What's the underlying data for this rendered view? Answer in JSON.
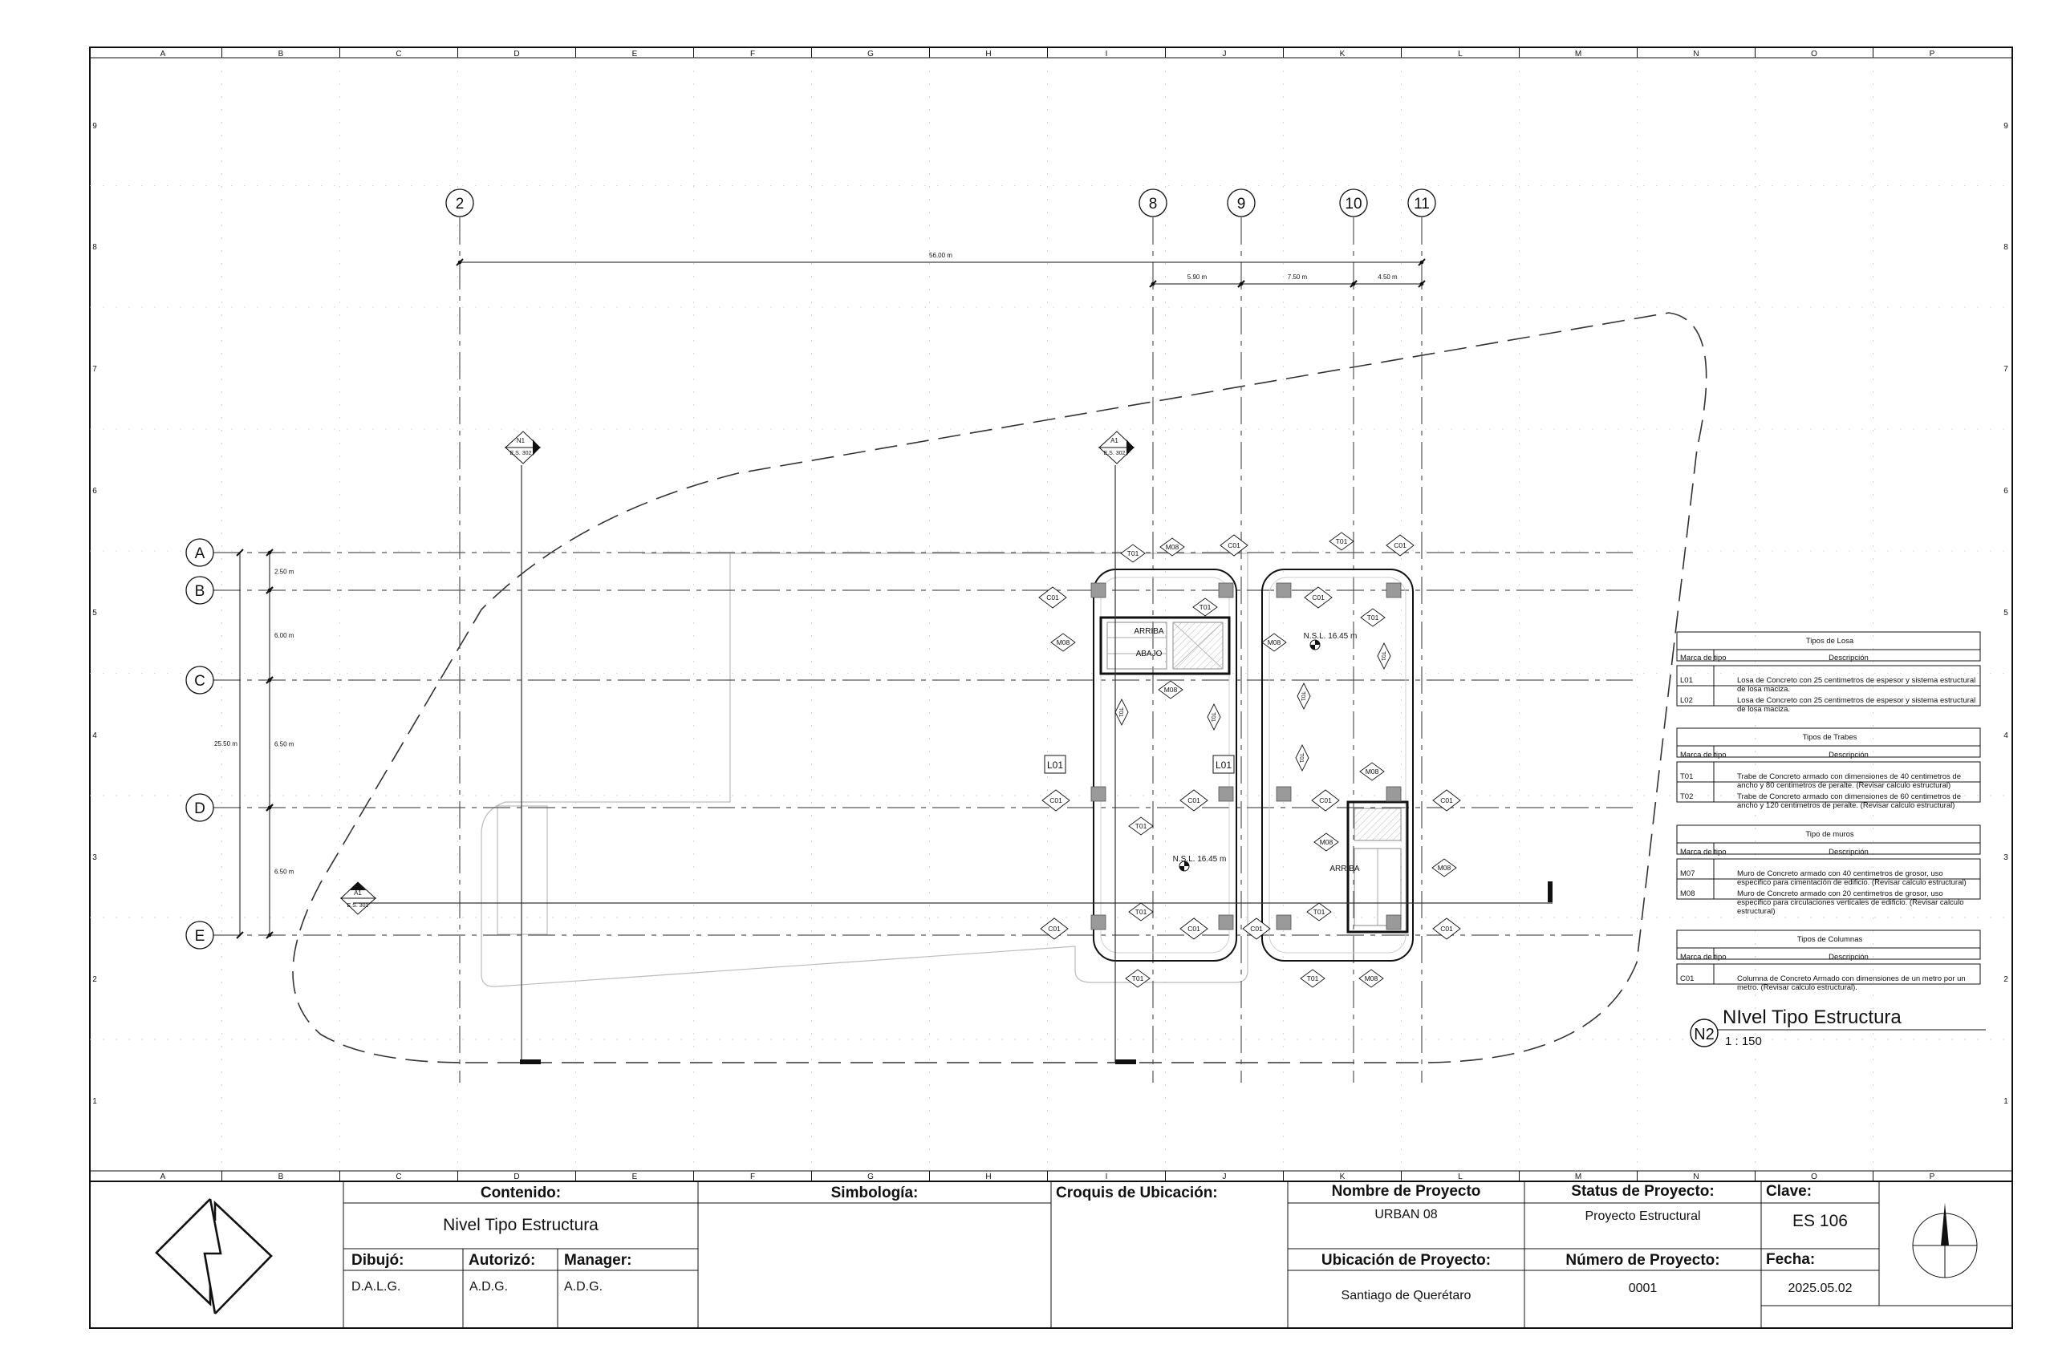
{
  "sheet": {
    "columns_letters": [
      "A",
      "B",
      "C",
      "D",
      "E",
      "F",
      "G",
      "H",
      "I",
      "J",
      "K",
      "L",
      "M",
      "N",
      "O",
      "P"
    ],
    "row_numbers": [
      "9",
      "8",
      "7",
      "6",
      "5",
      "4",
      "3",
      "2",
      "1"
    ]
  },
  "grid": {
    "vertical": [
      "2",
      "8",
      "9",
      "10",
      "11"
    ],
    "horizontal": [
      "A",
      "B",
      "C",
      "D",
      "E"
    ]
  },
  "dimensions": {
    "overall_top": "56.00 m",
    "top_segments": [
      "5.90 m",
      "7.50 m",
      "4.50 m"
    ],
    "left_total": "25.50 m",
    "left_segments": [
      "2.50 m",
      "6.00 m",
      "6.50 m",
      "6.50 m"
    ]
  },
  "section_markers": [
    {
      "id": "N1",
      "sheet": "E.S. 302"
    },
    {
      "id": "A1",
      "sheet": "E.S. 302"
    },
    {
      "id": "A1",
      "sheet": "E.S. 301"
    }
  ],
  "plan_labels": {
    "arriba": "ARRIBA",
    "abajo": "ABAJO",
    "nsl": "N.S.L. 16.45 m",
    "l01": "L01",
    "c01": "C01",
    "t01": "T01",
    "m08": "M08"
  },
  "legend": {
    "losa": {
      "title": "Tipos de Losa",
      "col1": "Marca de tipo",
      "col2": "Descripción",
      "rows": [
        {
          "mark": "L01",
          "desc": "Losa de Concreto con 25 centimetros de espesor y sistema estructural de losa maciza."
        },
        {
          "mark": "L02",
          "desc": "Losa de Concreto con 25 centimetros de espesor y sistema estructural de losa maciza."
        }
      ]
    },
    "trabes": {
      "title": "Tipos de Trabes",
      "col1": "Marca de tipo",
      "col2": "Descripción",
      "rows": [
        {
          "mark": "T01",
          "desc": "Trabe de Concreto armado con dimensiones de 40 centimetros de ancho y 80 centimetros de peralte. (Revisar calculo estructural)"
        },
        {
          "mark": "T02",
          "desc": "Trabe de Concreto armado con dimensiones de 60 centimetros de ancho y 120 centimetros de peralte. (Revisar calculo estructural)"
        }
      ]
    },
    "muros": {
      "title": "Tipo de muros",
      "col1": "Marca de tipo",
      "col2": "Descripción",
      "rows": [
        {
          "mark": "M07",
          "desc": "Muro de Concreto armado con 40 centimetros de grosor, uso especifico para cimentación de edificio. (Revisar calculo estructural)"
        },
        {
          "mark": "M08",
          "desc": "Muro de Concreto armado con 20 centimetros de grosor, uso especifico para circulaciones verticales de edificio. (Revisar calculo estructural)"
        }
      ]
    },
    "columnas": {
      "title": "Tipos de Columnas",
      "col1": "Marca de tipo",
      "col2": "Descripción",
      "rows": [
        {
          "mark": "C01",
          "desc": "Columna de Concreto Armado con dimensiones de un metro por un metro. (Revisar calculo estructural)."
        }
      ]
    }
  },
  "view_title": {
    "badge": "N2",
    "title": "NIvel Tipo Estructura",
    "scale": "1 : 150"
  },
  "title_block": {
    "contenido_label": "Contenido:",
    "contenido_value": "Nivel Tipo Estructura",
    "dibujo_label": "Dibujó:",
    "dibujo_value": "D.A.L.G.",
    "autorizo_label": "Autorizó:",
    "autorizo_value": "A.D.G.",
    "manager_label": "Manager:",
    "manager_value": "A.D.G.",
    "simbologia_label": "Simbología:",
    "croquis_label": "Croquis de Ubicación:",
    "nombre_label": "Nombre de Proyecto",
    "nombre_value": "URBAN 08",
    "ubicacion_label": "Ubicación de Proyecto:",
    "ubicacion_value": "Santiago de Querétaro",
    "status_label": "Status de Proyecto:",
    "status_value": "Proyecto Estructural",
    "numero_label": "Número de Proyecto:",
    "numero_value": "0001",
    "clave_label": "Clave:",
    "clave_value": "ES 106",
    "fecha_label": "Fecha:",
    "fecha_value": "2025.05.02"
  },
  "colors": {
    "line": "#111111",
    "grid": "#555555",
    "light": "#aaaaaa",
    "column_fill": "#9a9a9a"
  }
}
